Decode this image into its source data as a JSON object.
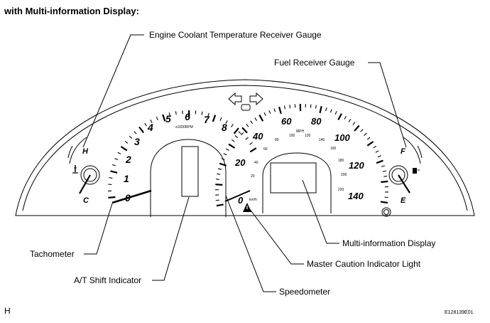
{
  "header": {
    "title": "with Multi-information Display:"
  },
  "labels": {
    "engine_coolant": "Engine Coolant Temperature Receiver Gauge",
    "fuel": "Fuel Receiver Gauge",
    "tachometer": "Tachometer",
    "at_shift": "A/T Shift Indicator",
    "multi_info": "Multi-information Display",
    "master_caution": "Master Caution Indicator Light",
    "speedometer": "Speedometer"
  },
  "footer": {
    "left": "H",
    "right": "E128139E01"
  },
  "gauges": {
    "temp": {
      "hot": "H",
      "cold": "C"
    },
    "fuel": {
      "full": "F",
      "empty": "E"
    },
    "tach": {
      "numbers": [
        "0",
        "1",
        "2",
        "3",
        "4",
        "5",
        "6",
        "7",
        "8"
      ],
      "unit": "x1000RPM"
    },
    "speedo": {
      "mph_numbers": [
        "0",
        "20",
        "40",
        "60",
        "80",
        "100",
        "120",
        "140"
      ],
      "mph_unit": "MPH",
      "kmh_numbers": [
        "20",
        "40",
        "60",
        "80",
        "100",
        "120",
        "140",
        "160",
        "180",
        "200",
        "220"
      ],
      "kmh_unit": "km/h"
    }
  },
  "icons": [
    "turn-left-arrow-icon",
    "turn-right-arrow-icon",
    "coolant-thermometer-icon",
    "fuel-pump-icon",
    "master-caution-triangle-icon"
  ]
}
